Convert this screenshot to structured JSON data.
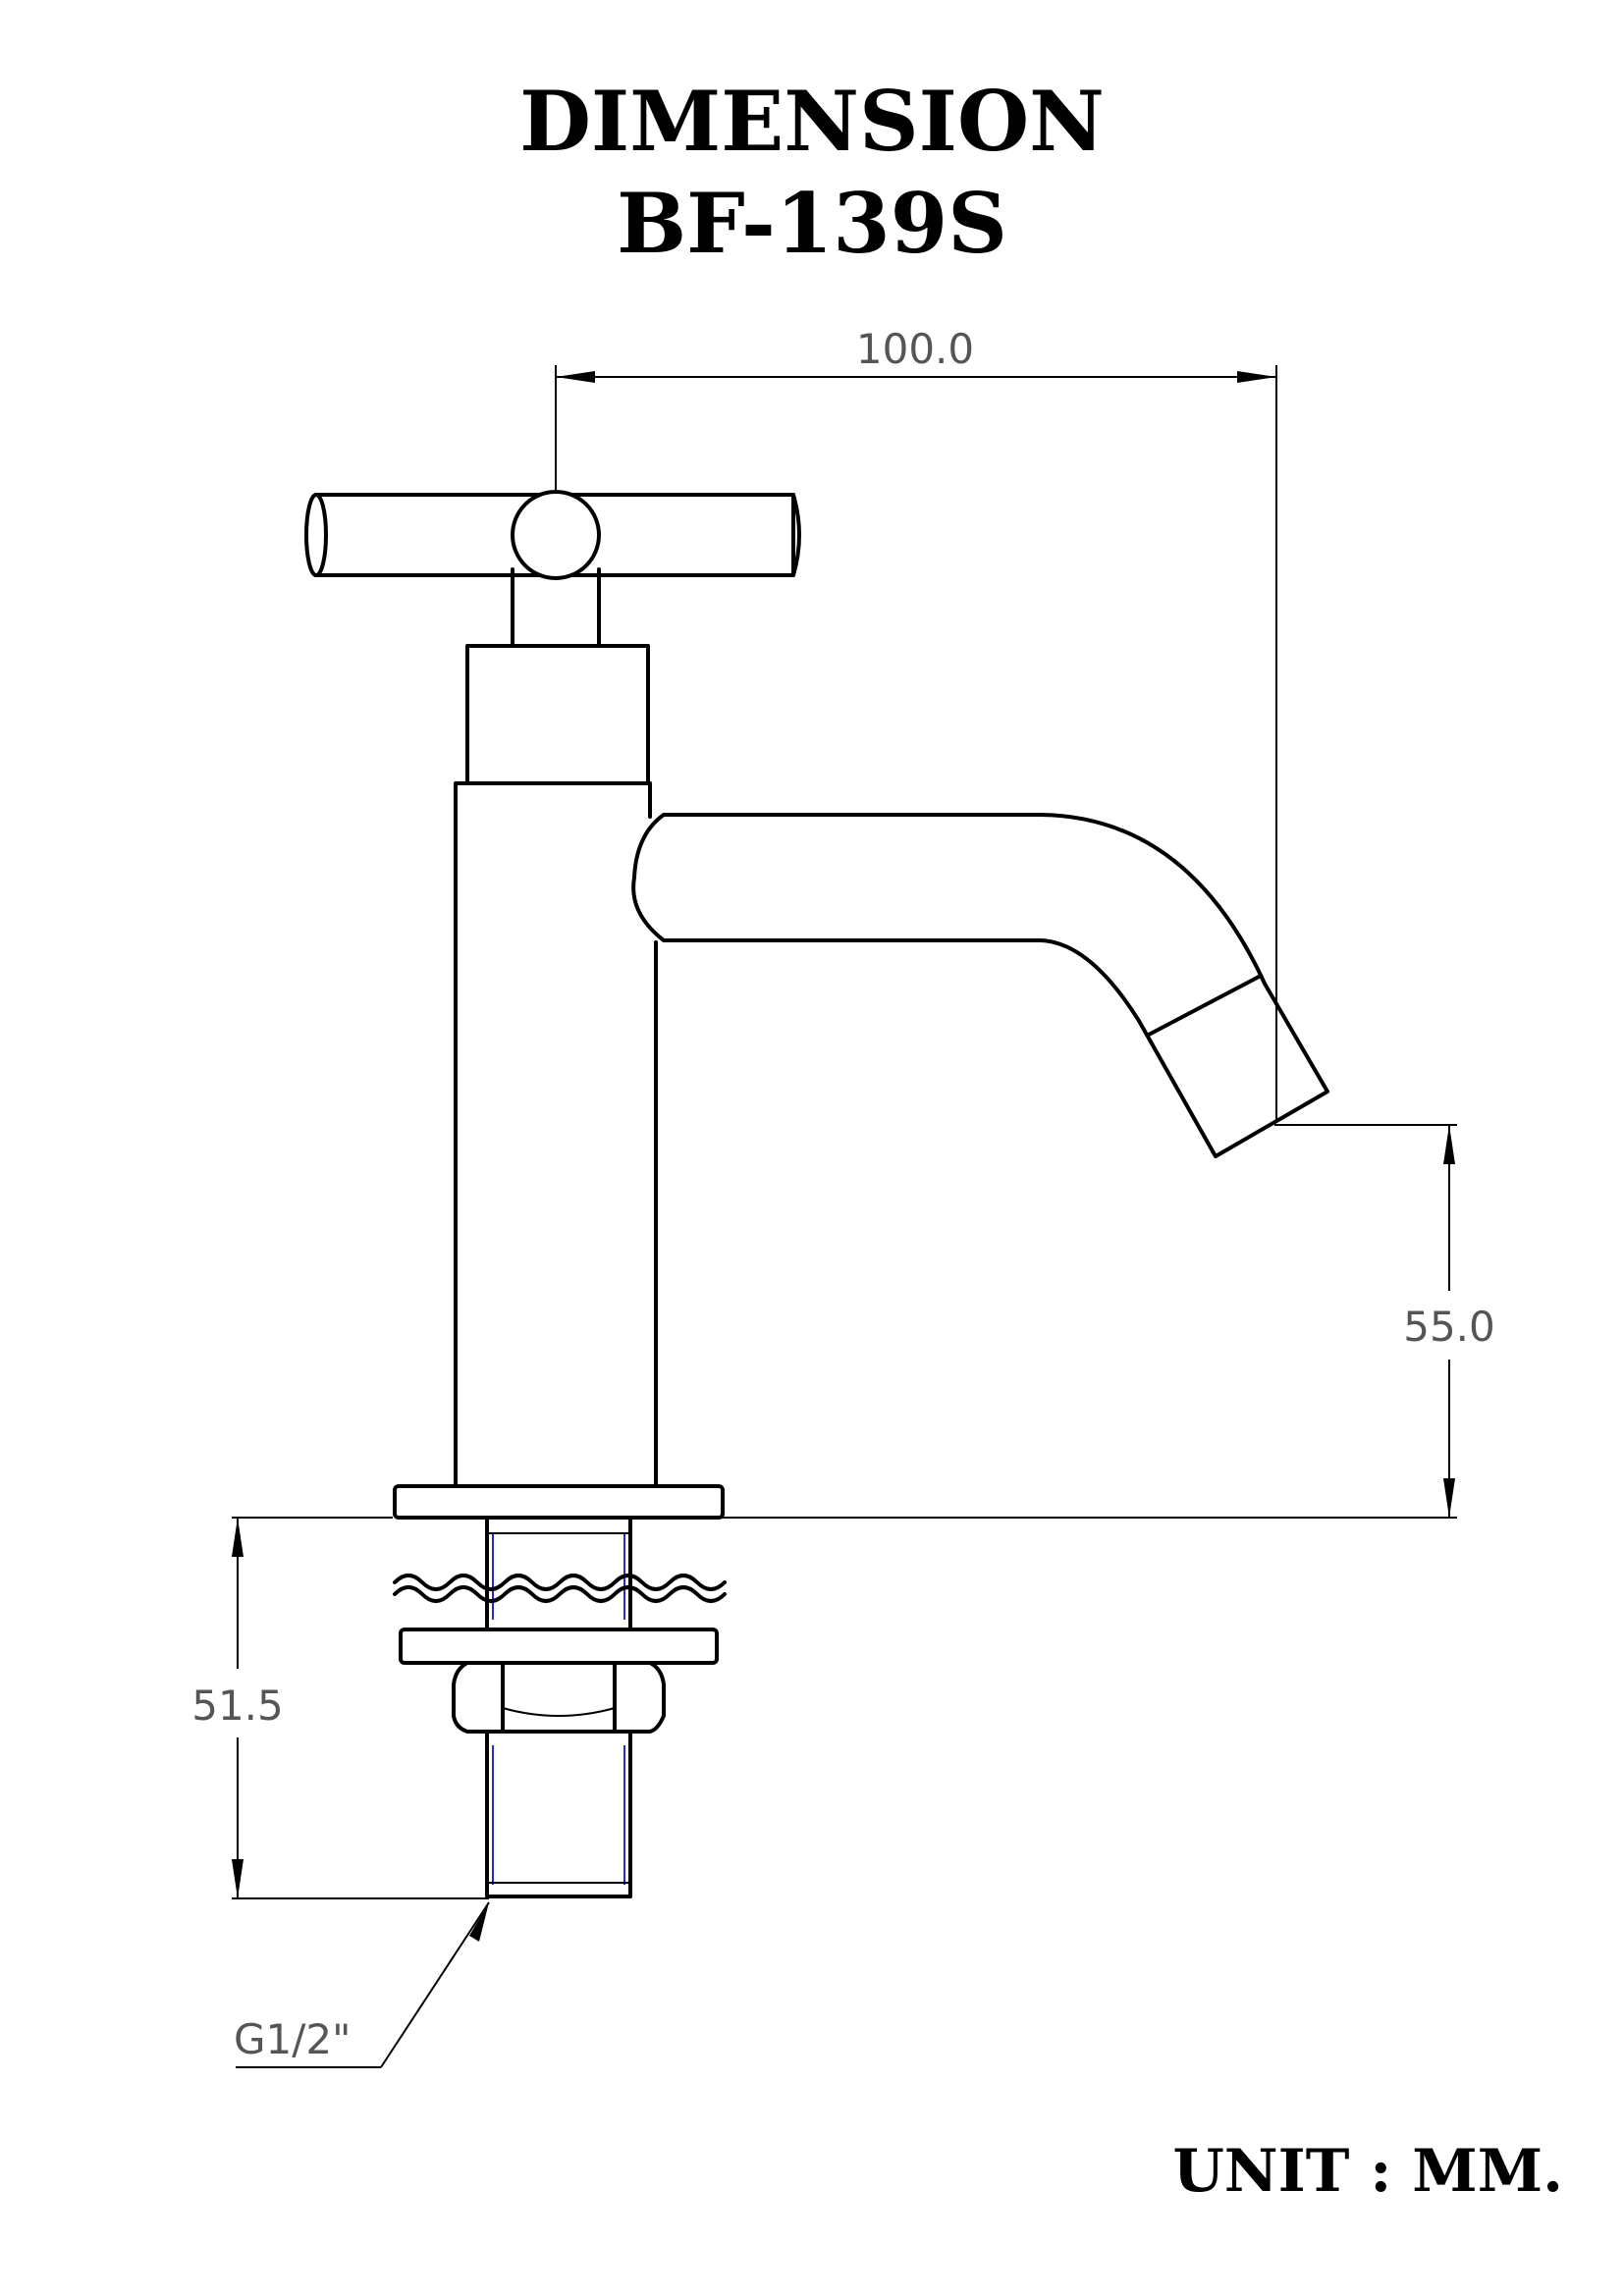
{
  "drawing": {
    "title": "DIMENSION",
    "model": "BF-139S",
    "unit": "UNIT : MM."
  },
  "dimensions": {
    "width": "100.0",
    "height": "55.0",
    "shank": "51.5",
    "thread": "G1/2\""
  },
  "colors": {
    "line": "#000000",
    "dimension_text": "#555555",
    "thread_highlight": "#2a2ad0"
  }
}
